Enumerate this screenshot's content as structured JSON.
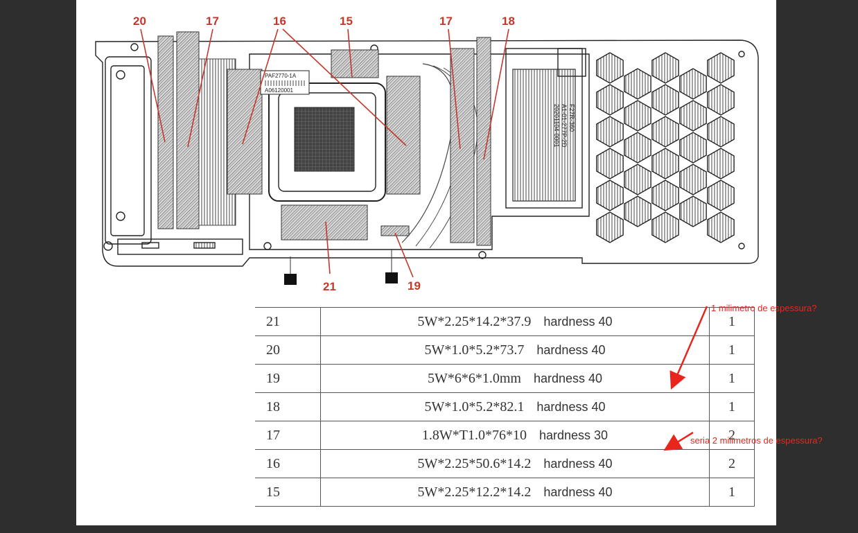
{
  "diagram": {
    "callouts": [
      "20",
      "17",
      "16",
      "15",
      "17",
      "18",
      "21",
      "19"
    ],
    "labels": [
      "PAF2770-1A",
      "A06120001",
      "F27R-360",
      "A1-01-277P-2D",
      "20201104-0001"
    ]
  },
  "table": {
    "rows": [
      {
        "num": "21",
        "spec": "5W*2.25*14.2*37.9",
        "hardness": "hardness 40",
        "qty": "1"
      },
      {
        "num": "20",
        "spec": "5W*1.0*5.2*73.7",
        "hardness": "hardness 40",
        "qty": "1"
      },
      {
        "num": "19",
        "spec": "5W*6*6*1.0mm",
        "hardness": "hardness 40",
        "qty": "1"
      },
      {
        "num": "18",
        "spec": "5W*1.0*5.2*82.1",
        "hardness": "hardness 40",
        "qty": "1"
      },
      {
        "num": "17",
        "spec": "1.8W*T1.0*76*10",
        "hardness": "hardness 30",
        "qty": "2"
      },
      {
        "num": "16",
        "spec": "5W*2.25*50.6*14.2",
        "hardness": "hardness 40",
        "qty": "2"
      },
      {
        "num": "15",
        "spec": "5W*2.25*12.2*14.2",
        "hardness": "hardness 40",
        "qty": "1"
      }
    ]
  },
  "annotations": {
    "note1": "1 milimetro de espessura?",
    "note2": "seria 2 milimetros de espessura?"
  },
  "colors": {
    "callout": "#c0392b",
    "annotation": "#e8261d",
    "background": "#2e2e2e"
  }
}
